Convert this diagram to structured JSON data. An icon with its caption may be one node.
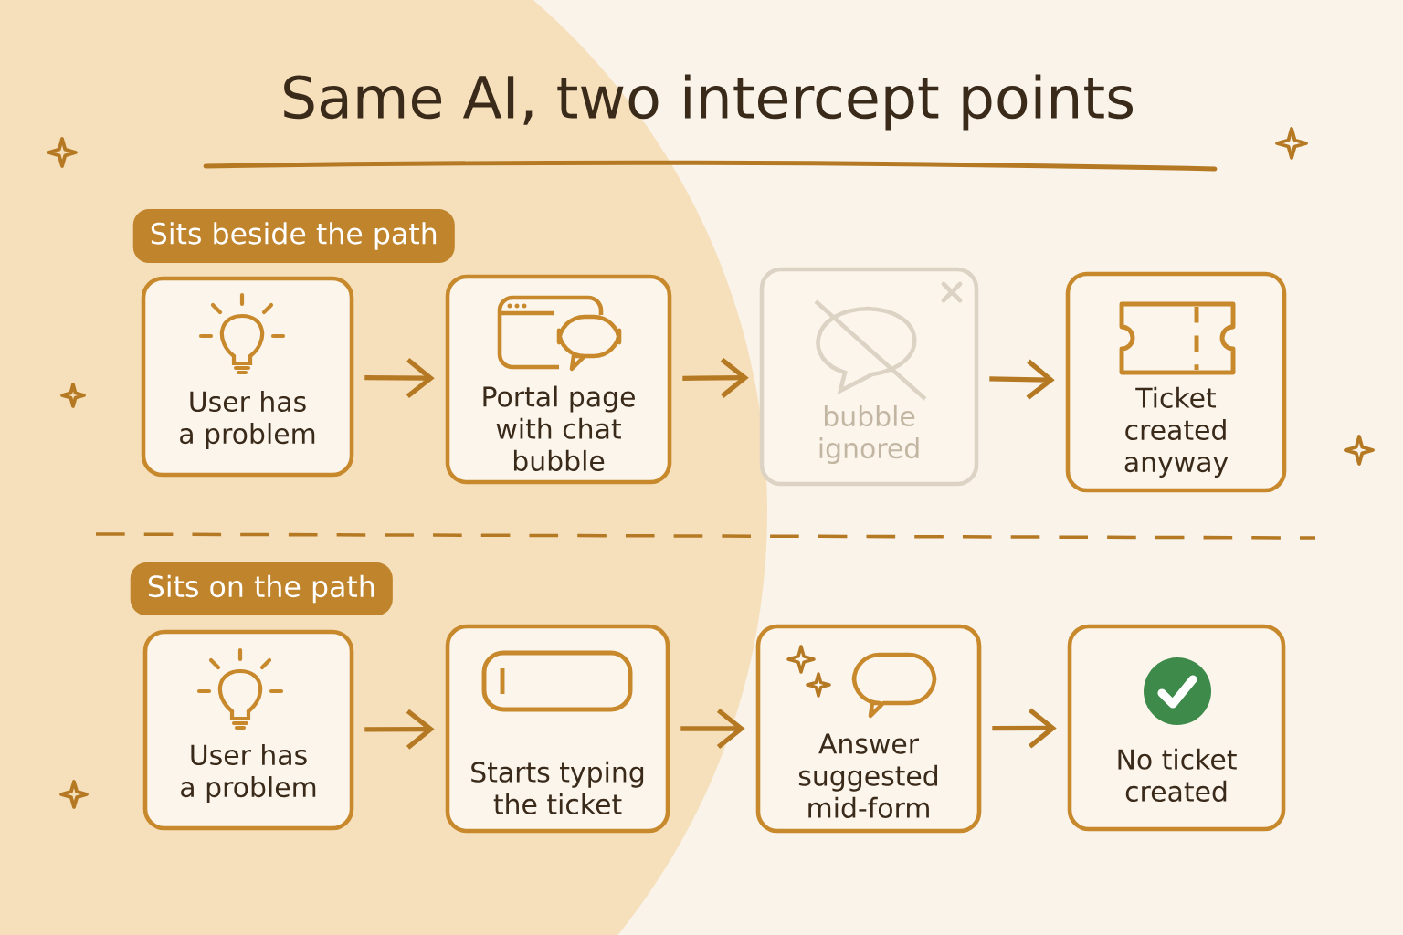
{
  "diagram": {
    "title": "Same AI, two intercept points",
    "nodes": [
      {
        "text": [
          "Sits beside the path"
        ]
      },
      {
        "text": [
          "User has a problem"
        ]
      },
      {
        "text": [
          "Portal page with chat bubble"
        ]
      },
      {
        "text": [
          "bubble ignored"
        ]
      },
      {
        "text": [
          "Ticket created anyway"
        ]
      },
      {
        "text": [
          "Sits on the path"
        ]
      },
      {
        "text": [
          "User has a problem"
        ]
      },
      {
        "text": [
          "Starts typing the ticket"
        ]
      },
      {
        "text": [
          "Answer suggested mid-form"
        ]
      },
      {
        "text": [
          "No ticket created"
        ]
      }
    ],
    "edges": [
      {
        "from": 1,
        "to": 2,
        "arrow": "to"
      },
      {
        "from": 2,
        "to": 3,
        "arrow": "to"
      },
      {
        "from": 3,
        "to": 4,
        "arrow": "to"
      },
      {
        "from": 6,
        "to": 7,
        "arrow": "to"
      },
      {
        "from": 7,
        "to": 8,
        "arrow": "to"
      },
      {
        "from": 8,
        "to": 9,
        "arrow": "to"
      }
    ]
  }
}
